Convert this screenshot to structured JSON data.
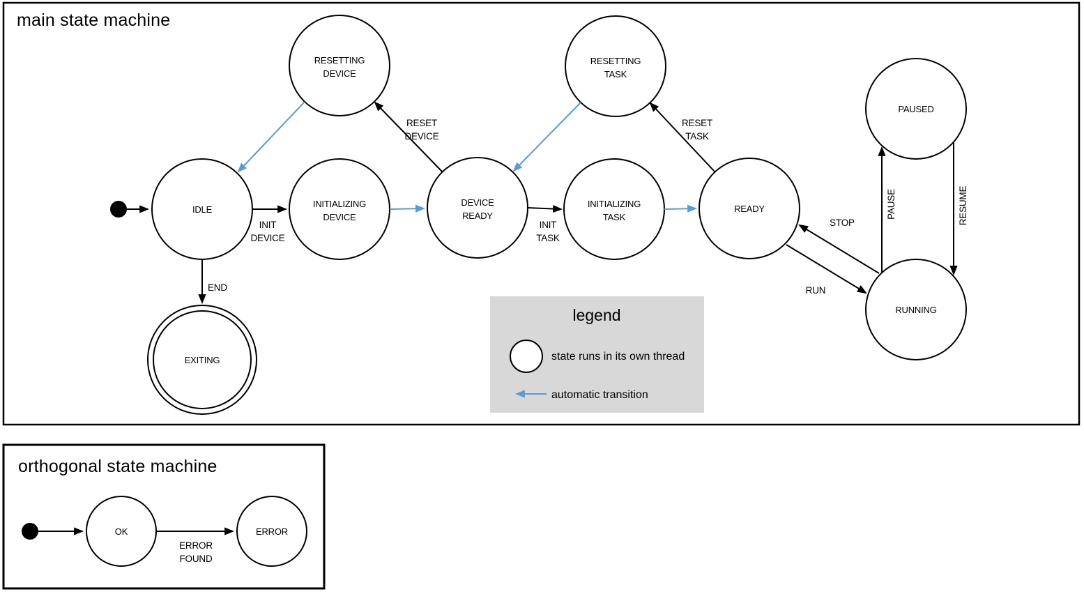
{
  "colors": {
    "thread_state_fill": "#b3c6e7",
    "auto_transition_blue": "#5b9bd5",
    "legend_background": "#d8d8d8",
    "outline_black": "#000000"
  },
  "main": {
    "title": "main state machine",
    "states": {
      "idle": "IDLE",
      "resetting_device_1": "RESETTING",
      "resetting_device_2": "DEVICE",
      "initializing_device_1": "INITIALIZING",
      "initializing_device_2": "DEVICE",
      "device_ready_1": "DEVICE",
      "device_ready_2": "READY",
      "resetting_task_1": "RESETTING",
      "resetting_task_2": "TASK",
      "initializing_task_1": "INITIALIZING",
      "initializing_task_2": "TASK",
      "ready": "READY",
      "paused": "PAUSED",
      "running": "RUNNING",
      "exiting": "EXITING"
    },
    "transitions": {
      "init_device_1": "INIT",
      "init_device_2": "DEVICE",
      "reset_device_1": "RESET",
      "reset_device_2": "DEVICE",
      "init_task_1": "INIT",
      "init_task_2": "TASK",
      "reset_task_1": "RESET",
      "reset_task_2": "TASK",
      "end": "END",
      "run": "RUN",
      "stop": "STOP",
      "pause": "PAUSE",
      "resume": "RESUME"
    }
  },
  "legend": {
    "title": "legend",
    "thread_state_label": "state runs in its own thread",
    "auto_transition_label": "automatic transition"
  },
  "ortho": {
    "title": "orthogonal state machine",
    "states": {
      "ok": "OK",
      "error": "ERROR"
    },
    "transitions": {
      "error_found_1": "ERROR",
      "error_found_2": "FOUND"
    }
  }
}
